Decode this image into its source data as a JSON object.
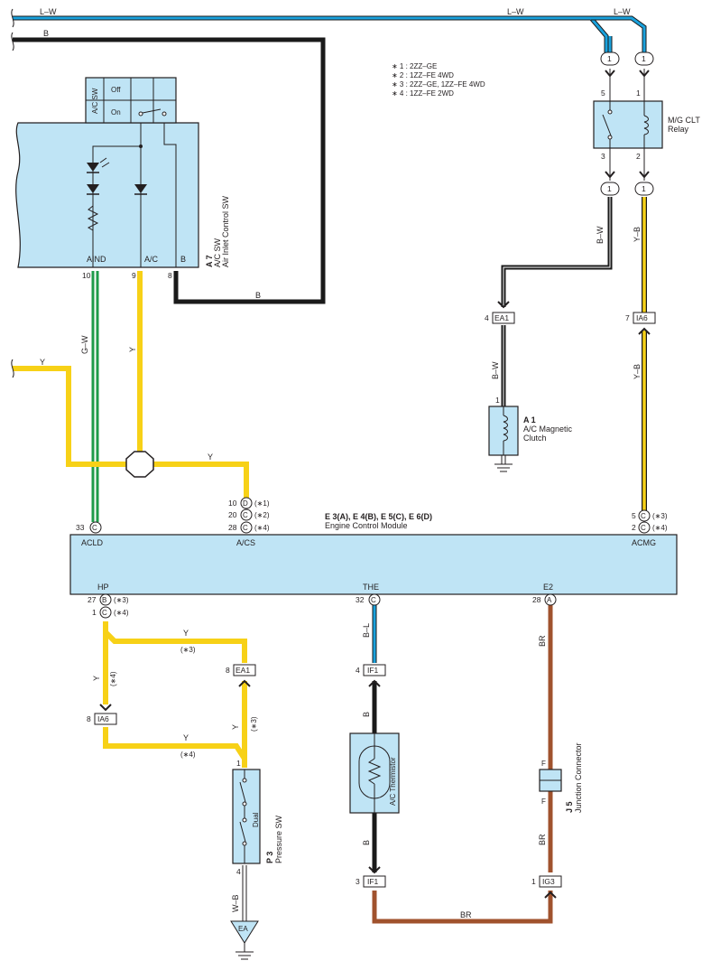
{
  "colors": {
    "yellow": "#f7d117",
    "green": "#1f9b4a",
    "blue": "#1aa1dc",
    "black": "#1a1a1a",
    "brown": "#a0522d",
    "component_fill": "#bfe4f5"
  },
  "notes": {
    "n1": "∗ 1 : 2ZZ–GE",
    "n2": "∗ 2 : 1ZZ–FE 4WD",
    "n3": "∗ 3 : 2ZZ–GE,  1ZZ–FE 4WD",
    "n4": "∗ 4 : 1ZZ–FE 2WD"
  },
  "wires": {
    "lw": "L–W",
    "b": "B",
    "gw": "G–W",
    "y": "Y",
    "bw": "B–W",
    "yb": "Y–B",
    "bl": "B–L",
    "br": "BR",
    "wb": "W–B"
  },
  "sw": {
    "code": "A 7",
    "name1": "A/C SW",
    "name2": "Air Inlet Control SW",
    "acsw": "A/C SW",
    "off": "Off",
    "on": "On",
    "pin_aind": "AIND",
    "pin_ac": "A/C",
    "pin_b": "B",
    "p10": "10",
    "p9": "9",
    "p8": "8"
  },
  "relay": {
    "name1": "M/G CLT",
    "name2": "Relay",
    "p5": "5",
    "p1": "1",
    "p3": "3",
    "p2": "2",
    "c1": "1"
  },
  "clutch": {
    "code": "A 1",
    "name1": "A/C Magnetic",
    "name2": "Clutch",
    "pin": "1"
  },
  "ecm": {
    "codes": "E 3(A), E 4(B), E 5(C), E 6(D)",
    "name": "Engine Control Module",
    "acld": "ACLD",
    "acs": "A/CS",
    "acmg": "ACMG",
    "hp": "HP",
    "the": "THE",
    "e2": "E2",
    "p33": "33",
    "p10": "10",
    "p20": "20",
    "p28": "28",
    "p5": "5",
    "p2": "2",
    "p27": "27",
    "p1": "1",
    "p32": "32",
    "p28b": "28",
    "cC": "C",
    "cD": "D",
    "cB": "B",
    "cA": "A",
    "s1": "(∗1)",
    "s2": "(∗2)",
    "s3": "(∗3)",
    "s4": "(∗4)"
  },
  "connectors": {
    "ea1": "EA1",
    "ia6": "IA6",
    "if1": "IF1",
    "ig3": "IG3",
    "p4": "4",
    "p7": "7",
    "p8": "8",
    "p3": "3",
    "p1": "1"
  },
  "pressure": {
    "code": "P 3",
    "name": "Pressure SW",
    "dual": "Dual",
    "p1": "1",
    "p4": "4"
  },
  "thermistor": {
    "name": "A/C Thermistor"
  },
  "jc": {
    "code": "J 5",
    "name": "Junction Connector",
    "f": "F"
  },
  "ground": {
    "ea": "EA"
  },
  "splice_notes": {
    "s3": "(∗3)",
    "s4": "(∗4)"
  }
}
